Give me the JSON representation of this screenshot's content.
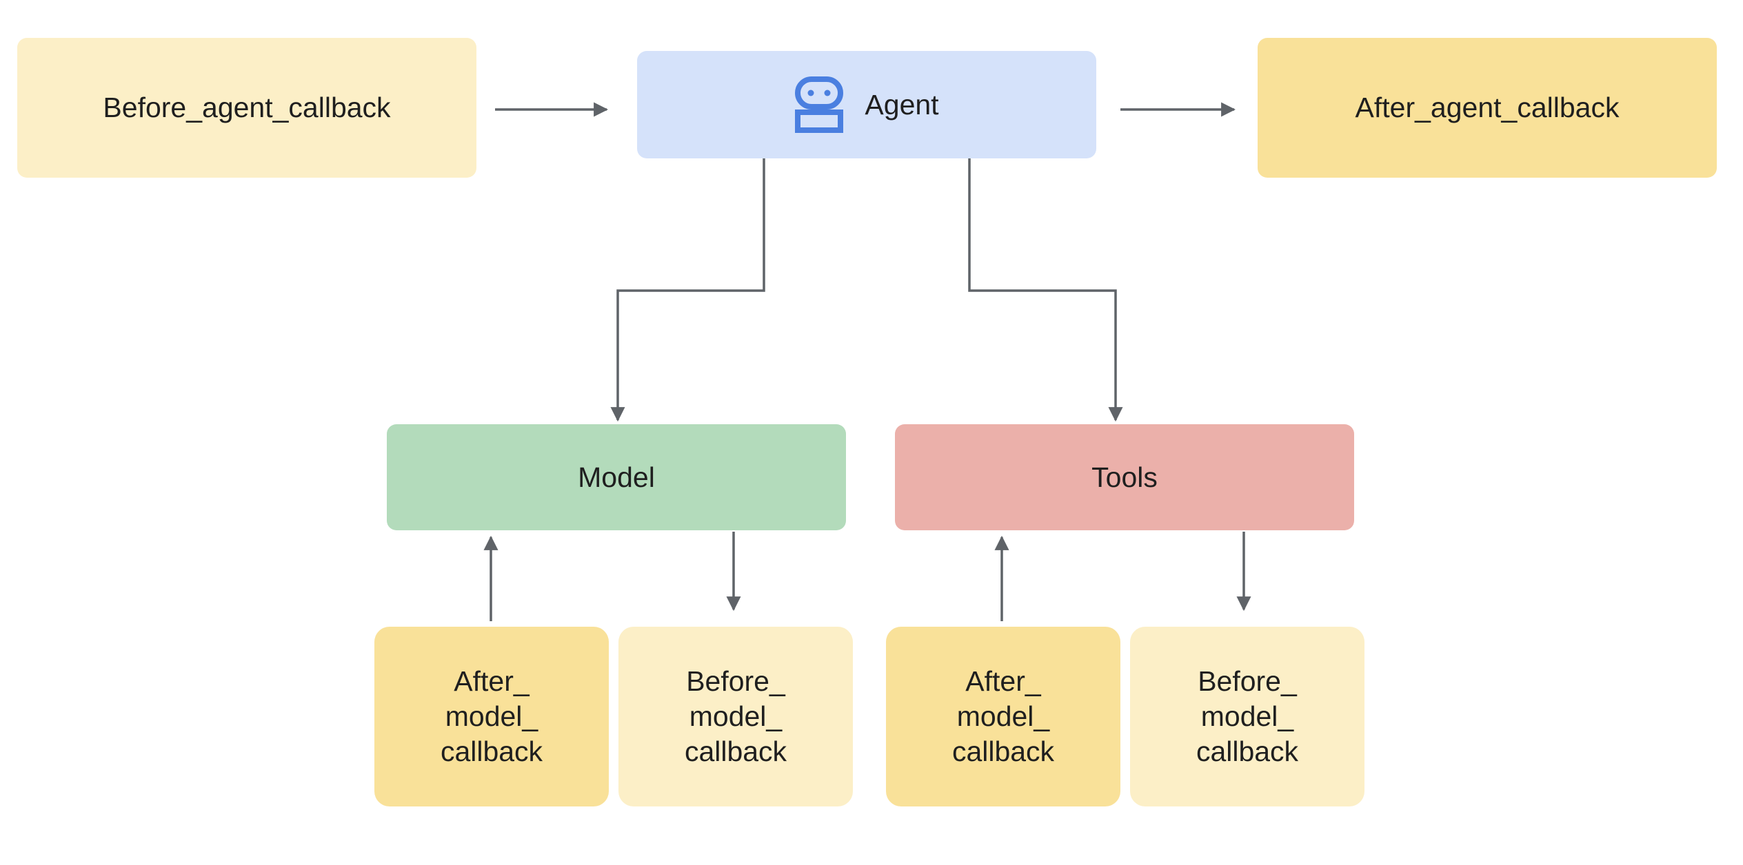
{
  "top": {
    "before_agent_callback": "Before_agent_callback",
    "agent": "Agent",
    "after_agent_callback": "After_agent_callback"
  },
  "middle": {
    "model": "Model",
    "tools": "Tools"
  },
  "bottom": {
    "model_after": "After_\nmodel_\ncallback",
    "model_before": "Before_\nmodel_\ncallback",
    "tools_after": "After_\nmodel_\ncallback",
    "tools_before": "Before_\nmodel_\ncallback"
  },
  "icons": {
    "agent_icon": "robot-icon"
  },
  "colors": {
    "pale_yellow": "#fcefc7",
    "deep_yellow": "#f9e199",
    "agent_blue": "#d5e2fa",
    "icon_blue": "#4a7fe0",
    "model_green": "#b3dbbb",
    "tools_red": "#ebb0aa",
    "connector_gray": "#5f6368"
  }
}
